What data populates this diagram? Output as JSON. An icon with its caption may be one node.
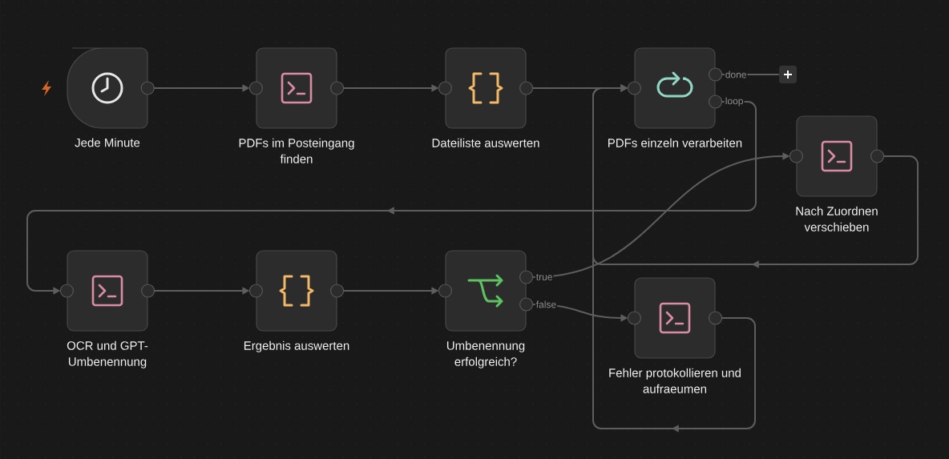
{
  "diagram": {
    "nodes": [
      {
        "text": [
          "Jede Minute"
        ]
      },
      {
        "text": [
          "PDFs im Posteingang finden"
        ]
      },
      {
        "text": [
          "Dateiliste auswerten"
        ]
      },
      {
        "text": [
          "PDFs einzeln verarbeiten"
        ]
      },
      {
        "text": [],
        "shape": "box"
      },
      {
        "text": [
          "Nach Zuordnen verschieben"
        ]
      },
      {
        "text": [
          "OCR und GPT-Umbenennung"
        ]
      },
      {
        "text": [
          "Ergebnis auswerten"
        ]
      },
      {
        "text": [
          "Umbenennung erfolgreich?"
        ]
      },
      {
        "text": [
          "Fehler protokollieren und aufraeumen"
        ]
      }
    ],
    "edges": [
      {
        "from": 0,
        "to": 1,
        "arrow": "to"
      },
      {
        "from": 1,
        "to": 2,
        "arrow": "to"
      },
      {
        "from": 2,
        "to": 3,
        "arrow": "to"
      },
      {
        "from": 3,
        "to": 4,
        "arrow": "none",
        "label": "done"
      },
      {
        "from": 3,
        "to": 6,
        "arrow": "to",
        "label": "loop"
      },
      {
        "from": 5,
        "to": 3,
        "arrow": "to"
      },
      {
        "from": 6,
        "to": 7,
        "arrow": "to"
      },
      {
        "from": 7,
        "to": 8,
        "arrow": "to"
      },
      {
        "from": 8,
        "to": 5,
        "arrow": "to",
        "label": "true"
      },
      {
        "from": 8,
        "to": 9,
        "arrow": "to",
        "label": "false"
      },
      {
        "from": 9,
        "to": 3,
        "arrow": "to"
      }
    ]
  }
}
